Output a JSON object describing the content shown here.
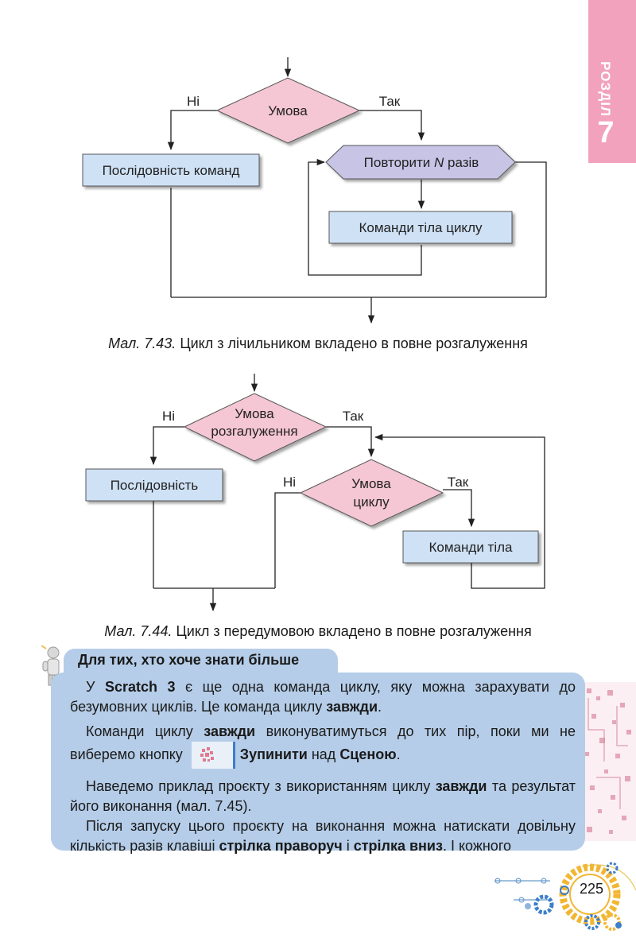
{
  "chapter": {
    "word": "РОЗДІЛ",
    "number": "7"
  },
  "figure1": {
    "condition": "Умова",
    "no_label": "Ні",
    "yes_label": "Так",
    "sequence": "Послідовність команд",
    "repeat_prefix": "Повторити ",
    "repeat_var": "N",
    "repeat_suffix": " разів",
    "body": "Команди тіла циклу",
    "caption_label": "Мал. 7.43.",
    "caption_text": " Цикл з лічильником вкладено в повне розгалуження"
  },
  "figure2": {
    "condition_line1": "Умова",
    "condition_line2": "розгалуження",
    "no_label": "Ні",
    "yes_label": "Так",
    "sequence": "Послідовність",
    "loop_condition_line1": "Умова",
    "loop_condition_line2": "циклу",
    "loop_no_label": "Ні",
    "loop_yes_label": "Так",
    "body": "Команди тіла",
    "caption_label": "Мал. 7.44.",
    "caption_text": " Цикл з передумовою вкладено в повне розгалуження"
  },
  "info": {
    "title": "Для тих, хто хоче знати більше",
    "p1_a": "У ",
    "p1_b": "Scratch 3",
    "p1_c": " є ще одна команда циклу, яку можна зарахувати до безумовних циклів. Це команда циклу ",
    "p1_d": "завжди",
    "p1_e": ".",
    "p2_a": "Команди циклу ",
    "p2_b": "завжди",
    "p2_c": " виконуватимуться до тих пір, поки ми не виберемо кнопку ",
    "p2_d": "Зупинити",
    "p2_e": " над ",
    "p2_f": "Сценою",
    "p2_g": ".",
    "p3_a": "Наведемо приклад проєкту з використанням циклу ",
    "p3_b": "завжди",
    "p3_c": " та результат його виконання (мал. 7.45).",
    "p4_a": "Після запуску цього проєкту на виконання можна натискати довільну кількість разів клавіші ",
    "p4_b": "стрілка праворуч",
    "p4_c": " і ",
    "p4_d": "стрілка вниз",
    "p4_e": ". І кожного"
  },
  "page_number": "225",
  "colors": {
    "chapter_tab": "#f2a2bd",
    "decision": "#f5c6d4",
    "process": "#cfe1f5",
    "loop_header": "#c8c4e6",
    "info_box": "#b5cde8"
  }
}
